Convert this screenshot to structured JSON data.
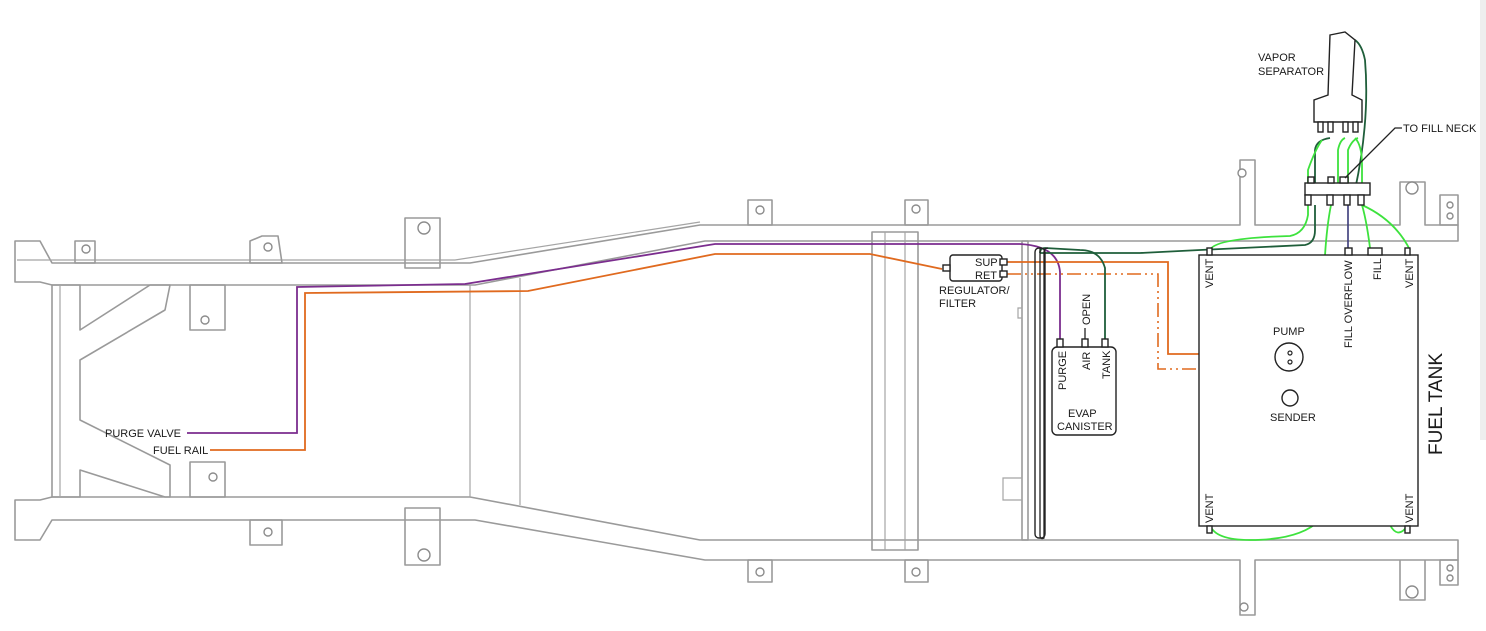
{
  "labels": {
    "vapor_separator_line1": "VAPOR",
    "vapor_separator_line2": "SEPARATOR",
    "to_fill_neck": "TO FILL NECK",
    "sup": "SUP",
    "ret": "RET",
    "regulator_line1": "REGULATOR/",
    "regulator_line2": "FILTER",
    "open": "OPEN",
    "purge": "PURGE",
    "air": "AIR",
    "tank": "TANK",
    "evap_line1": "EVAP",
    "evap_line2": "CANISTER",
    "vent": "VENT",
    "fill_overflow": "FILL OVERFLOW",
    "fill": "FILL",
    "pump": "PUMP",
    "sender": "SENDER",
    "fuel_tank": "FUEL TANK",
    "purge_valve": "PURGE VALVE",
    "fuel_rail": "FUEL RAIL"
  },
  "colors": {
    "frame": "#9a9a9a",
    "purge_line": "#7b2d8e",
    "fuel_line": "#e06a1f",
    "vapor_line_dark": "#1f5e3a",
    "vent_line_light": "#3de23d",
    "overflow_line": "#3a3a7a",
    "component_outline": "#222222"
  }
}
